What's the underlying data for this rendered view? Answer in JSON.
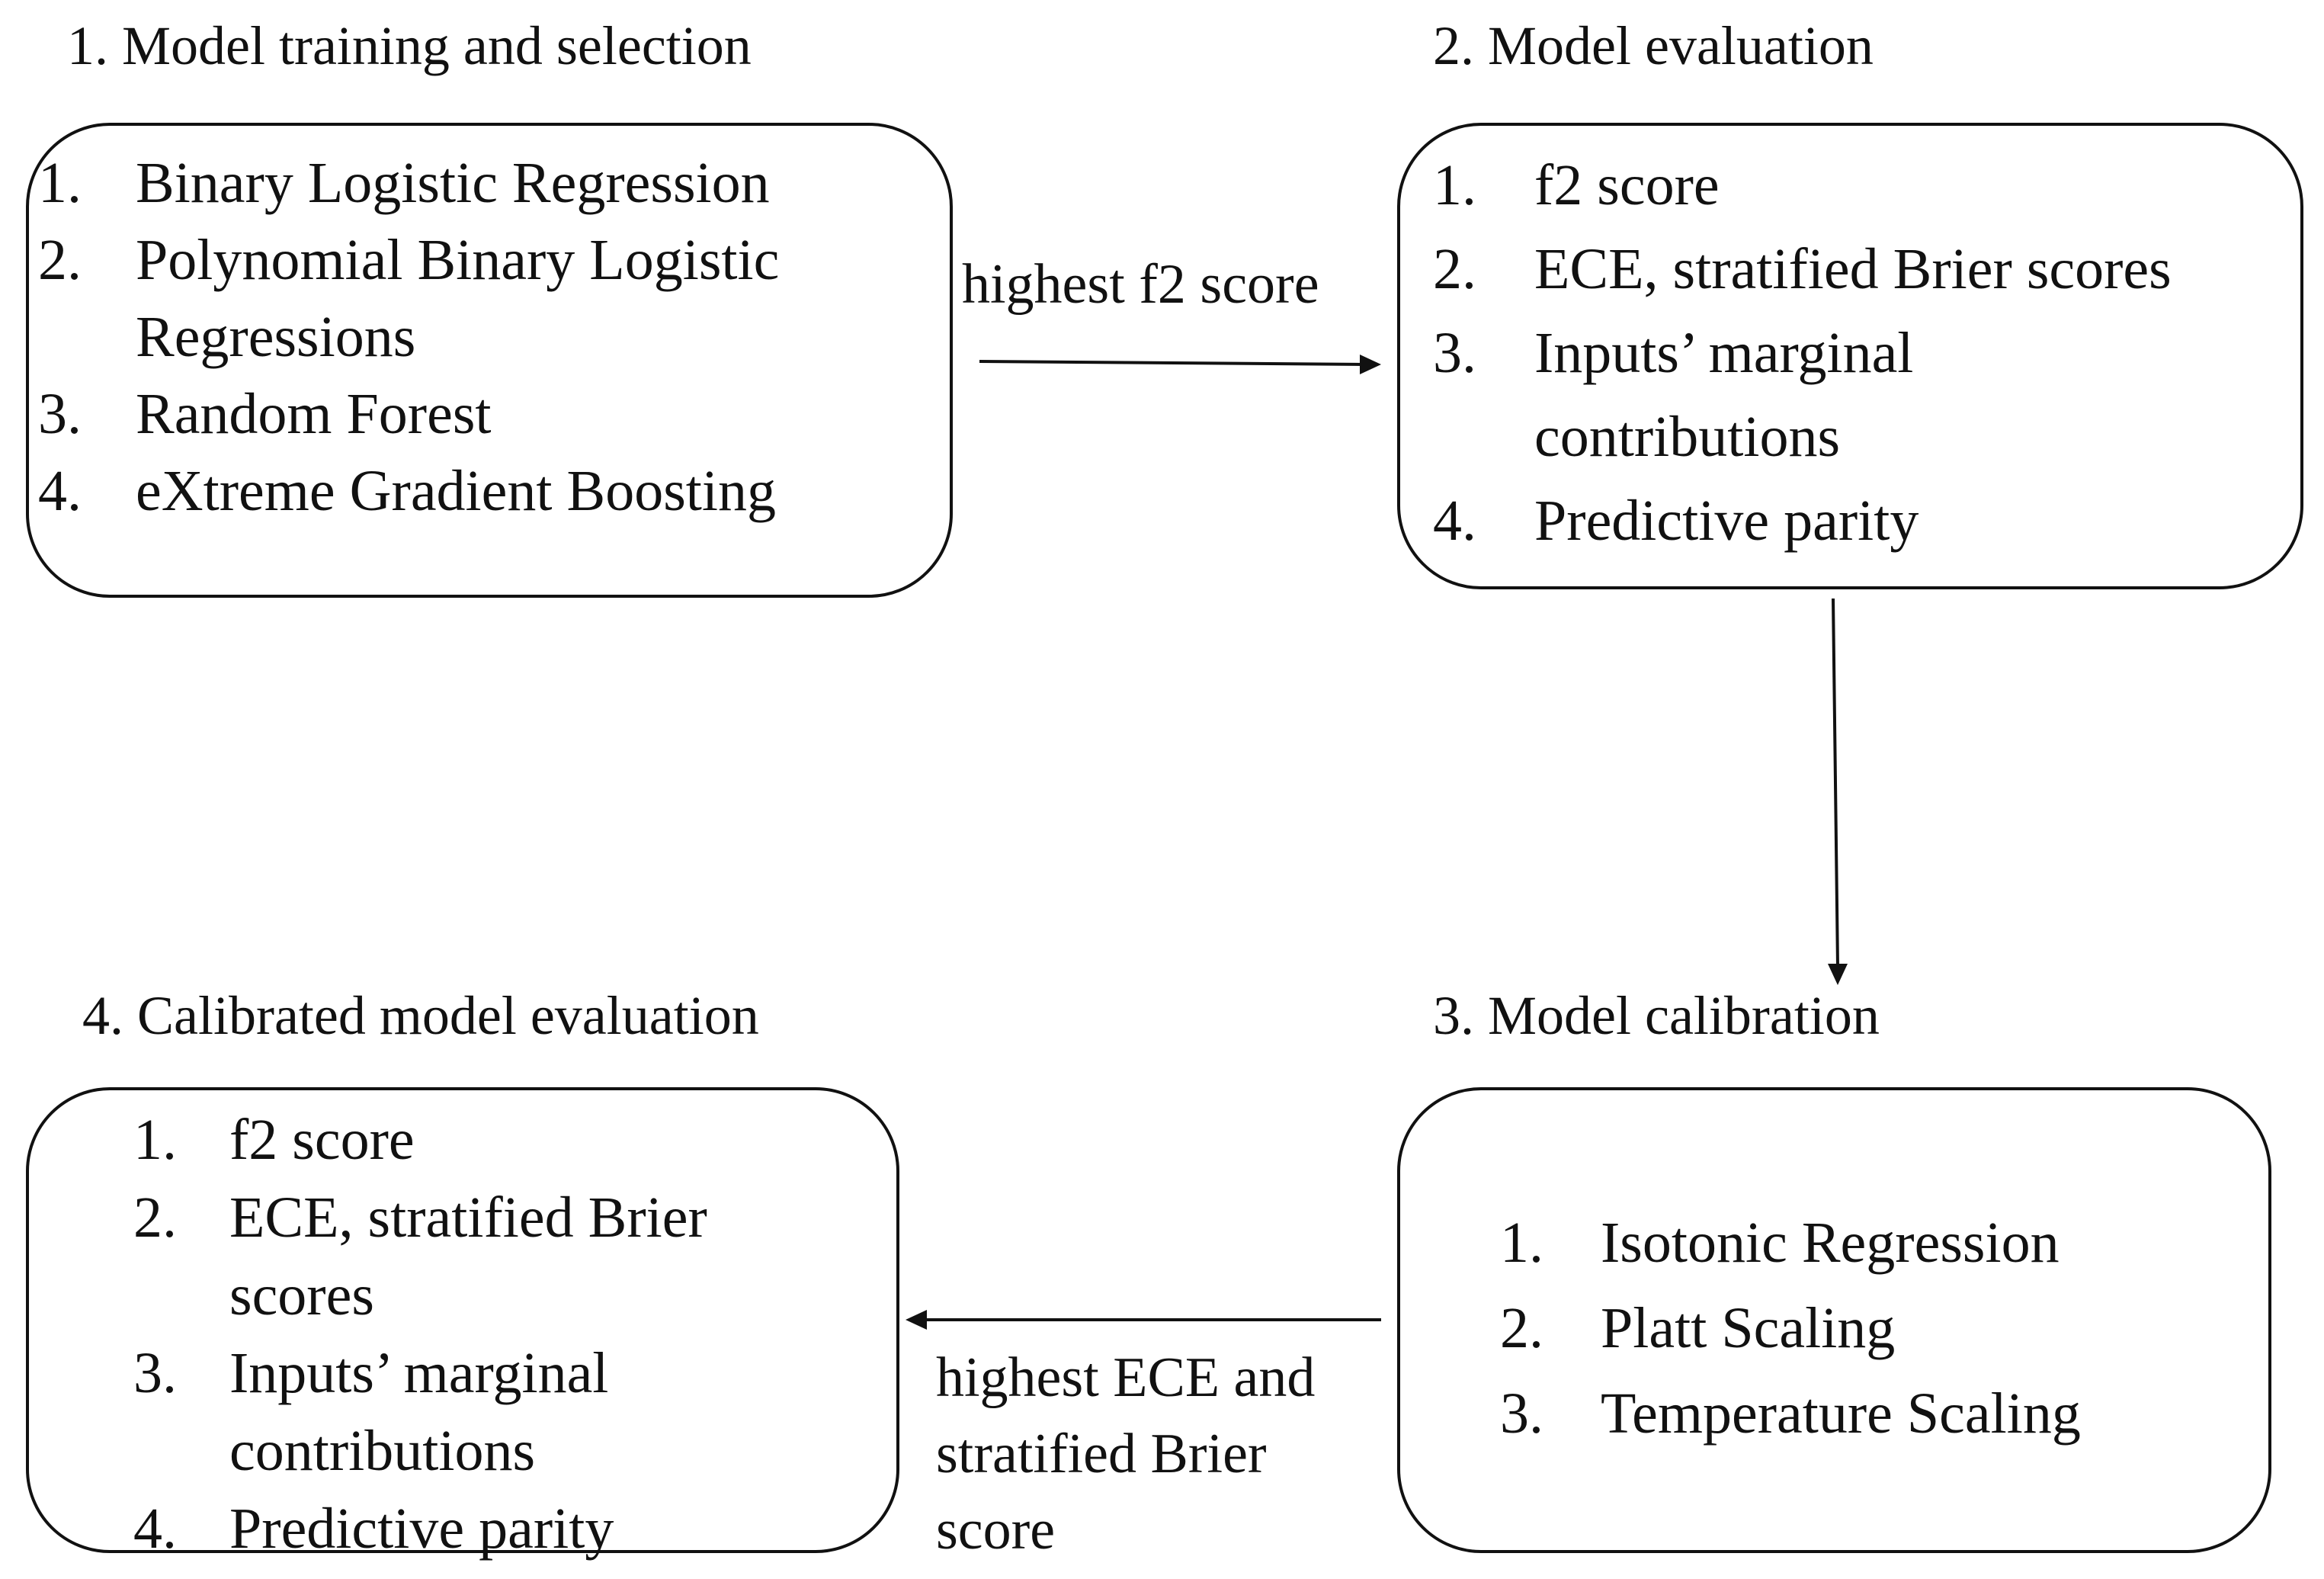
{
  "stage1": {
    "title": "1. Model training and selection",
    "items": [
      {
        "num": "1.",
        "lines": [
          "Binary Logistic Regression"
        ]
      },
      {
        "num": "2.",
        "lines": [
          "Polynomial Binary Logistic",
          "Regressions"
        ]
      },
      {
        "num": "3.",
        "lines": [
          "Random Forest"
        ]
      },
      {
        "num": "4.",
        "lines": [
          "eXtreme Gradient Boosting"
        ]
      }
    ]
  },
  "stage2": {
    "title": "2. Model evaluation",
    "items": [
      {
        "num": "1.",
        "lines": [
          "f2 score"
        ]
      },
      {
        "num": "2.",
        "lines": [
          "ECE, stratified Brier scores"
        ]
      },
      {
        "num": "3.",
        "lines": [
          "Inputs’ marginal",
          "contributions"
        ]
      },
      {
        "num": "4.",
        "lines": [
          "Predictive parity"
        ]
      }
    ]
  },
  "stage3": {
    "title": "3. Model calibration",
    "items": [
      {
        "num": "1.",
        "lines": [
          "Isotonic Regression"
        ]
      },
      {
        "num": "2.",
        "lines": [
          "Platt Scaling"
        ]
      },
      {
        "num": "3.",
        "lines": [
          "Temperature Scaling"
        ]
      }
    ]
  },
  "stage4": {
    "title": "4. Calibrated model evaluation",
    "items": [
      {
        "num": "1.",
        "lines": [
          "f2 score"
        ]
      },
      {
        "num": "2.",
        "lines": [
          "ECE, stratified Brier",
          "scores"
        ]
      },
      {
        "num": "3.",
        "lines": [
          "Inputs’ marginal",
          "contributions"
        ]
      },
      {
        "num": "4.",
        "lines": [
          "Predictive parity"
        ]
      }
    ]
  },
  "edges": {
    "e1_label": "highest f2 score",
    "e3_label_lines": [
      "highest ECE and",
      "stratified Brier",
      "score"
    ]
  },
  "colors": {
    "stroke": "#111111",
    "text": "#111111",
    "background": "#ffffff"
  }
}
